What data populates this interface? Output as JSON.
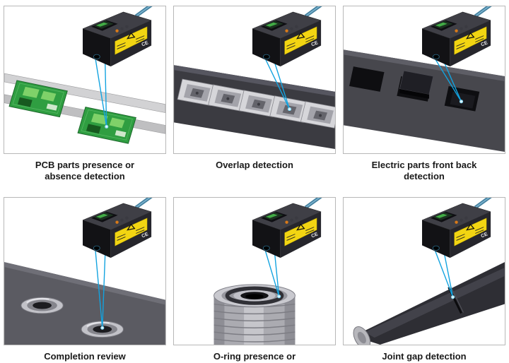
{
  "panels": [
    {
      "caption": "PCB parts presence or absence detection"
    },
    {
      "caption": "Overlap detection"
    },
    {
      "caption": "Electric parts front back detection"
    },
    {
      "caption": "Completion review"
    },
    {
      "caption": "O-ring presence or"
    },
    {
      "caption": "Joint gap detection"
    }
  ],
  "sensor": {
    "ce_label": "CE"
  },
  "colors": {
    "laser_blue": "#12a3e0",
    "label_yellow": "#f2d512",
    "pcb_green": "#2f9e41",
    "panel_border": "#b8b8b8",
    "caption_text": "#1a1a1a"
  }
}
